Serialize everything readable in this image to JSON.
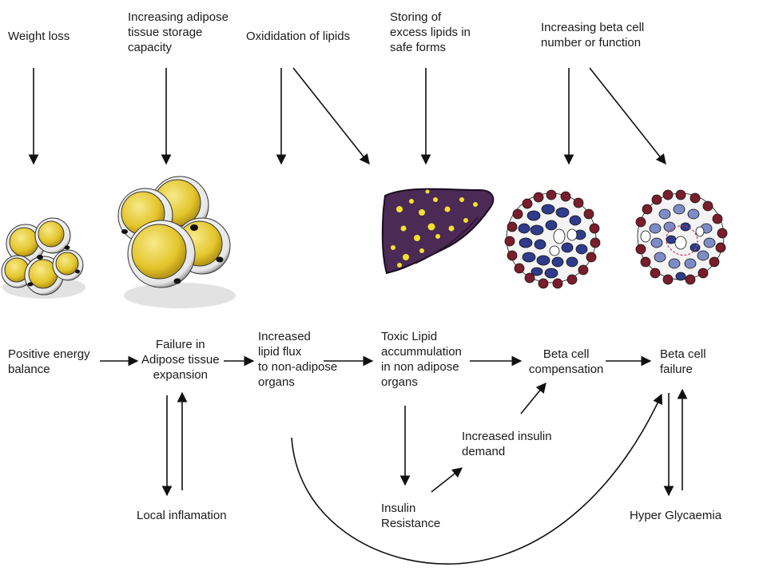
{
  "interventions": {
    "weight_loss": "Weight loss",
    "adipose_storage": "Increasing adipose\ntissue storage\ncapacity",
    "lipid_oxidation": "Oxididation of lipids",
    "safe_storage": "Storing of\nexcess lipids in\nsafe forms",
    "beta_cell": "Increasing beta cell\nnumber or function"
  },
  "pathway": {
    "positive_energy": "Positive energy\nbalance",
    "adipose_failure": "Failure in\nAdipose tissue\nexpansion",
    "lipid_flux": "Increased\nlipid flux\nto non-adipose\norgans",
    "toxic_lipid": "Toxic Lipid\naccummulation\nin non adipose\norgans",
    "beta_compensation": "Beta cell\ncompensation",
    "beta_failure": "Beta cell\nfailure"
  },
  "consequences": {
    "local_inflammation": "Local inflamation",
    "insulin_resistance": "Insulin\nResistance",
    "insulin_demand": "Increased insulin\ndemand",
    "hyperglycaemia": "Hyper Glycaemia"
  },
  "colors": {
    "fat_cell": "#e8cf3a",
    "liver": "#4b2a55",
    "beta_cell_blue": "#2f3c8c",
    "islet_border_red": "#7a1d2c"
  }
}
